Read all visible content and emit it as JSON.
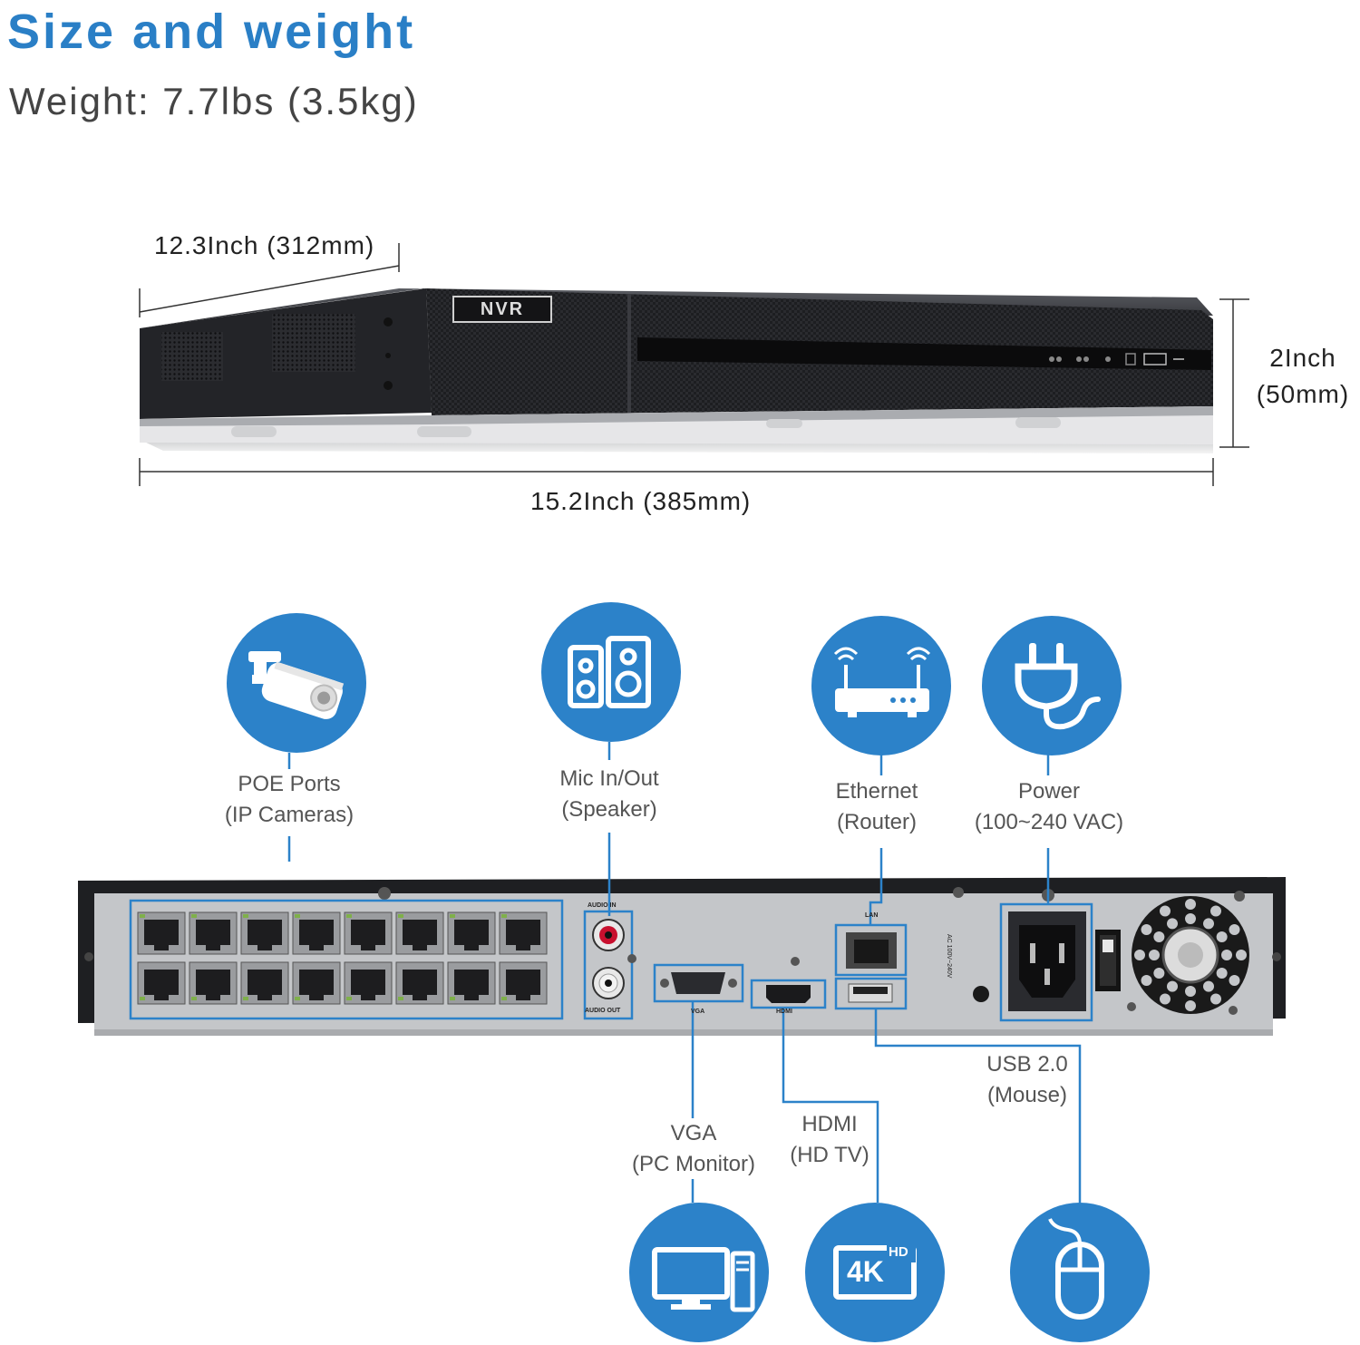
{
  "header": {
    "title": "Size and weight",
    "weight": "Weight: 7.7lbs (3.5kg)"
  },
  "dimensions": {
    "depth": "12.3Inch (312mm)",
    "width": "15.2Inch (385mm)",
    "height_line1": "2Inch",
    "height_line2": "(50mm)"
  },
  "device": {
    "front_badge": "NVR",
    "rear_labels": {
      "audio_in": "AUDIO IN",
      "audio_out": "AUDIO OUT",
      "vga": "VGA",
      "hdmi": "HDMI",
      "lan": "LAN",
      "power_rating": "AC 100V~240V"
    }
  },
  "callouts": {
    "poe": {
      "line1": "POE Ports",
      "line2": "(IP Cameras)"
    },
    "mic": {
      "line1": "Mic In/Out",
      "line2": "(Speaker)"
    },
    "ethernet": {
      "line1": "Ethernet",
      "line2": "(Router)"
    },
    "power": {
      "line1": "Power",
      "line2": "(100~240 VAC)"
    },
    "usb": {
      "line1": "USB 2.0",
      "line2": "(Mouse)"
    },
    "vga": {
      "line1": "VGA",
      "line2": "(PC Monitor)"
    },
    "hdmi": {
      "line1": "HDMI",
      "line2": "(HD TV)"
    }
  },
  "icons": {
    "hdmi_4k": "4K",
    "hdmi_hd": "HD"
  },
  "colors": {
    "accent": "#2c82c9",
    "title": "#2a7fc6",
    "device_dark": "#1e1f22",
    "rear_panel": "#c4c6c9"
  }
}
